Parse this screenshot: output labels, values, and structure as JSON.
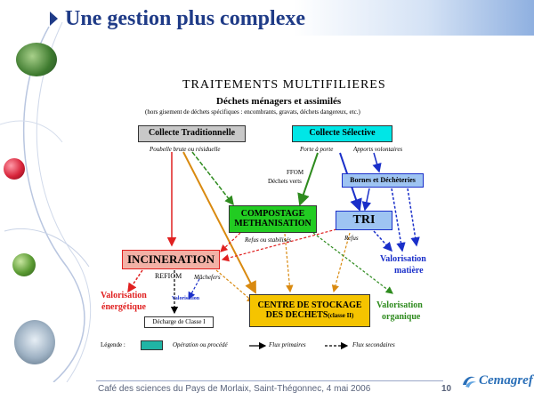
{
  "slide": {
    "title": "Une gestion plus complexe",
    "footer": "Café des sciences du Pays de Morlaix, Saint-Thégonnec, 4 mai 2006",
    "page_number": "10",
    "logo_text": "Cemagref",
    "accent_color": "#1f3b87"
  },
  "diagram": {
    "heading": "TRAITEMENTS MULTIFILIERES",
    "subheading": "Déchets ménagers et assimilés",
    "note": "(hors gisement de déchets spécifiques : encombrants, gravats, déchets dangereux, etc.)",
    "boxes": {
      "collecte_trad": "Collecte Traditionnelle",
      "collecte_sel": "Collecte Sélective",
      "bornes": "Bornes et Déchèteries",
      "compostage_1": "COMPOSTAGE",
      "compostage_2": "METHANISATION",
      "tri": "TRI",
      "incineration": "INCINERATION",
      "stockage_1": "CENTRE DE STOCKAGE",
      "stockage_2": "DES DECHETS",
      "stockage_3": "(classe II)",
      "decharge": "Décharge de Classe I"
    },
    "labels": {
      "poubelle": "Poubelle brute ou résiduelle",
      "porte": "Porte à porte",
      "apports": "Apports volontaires",
      "ffom": "FFOM",
      "dechets_verts": "Déchets verts",
      "refus_stabilises": "Refus ou stabilisés",
      "refus": "Refus",
      "refiom": "REFIOM",
      "machefers": "Mâchefers",
      "valo_energetique_1": "Valorisation",
      "valo_energetique_2": "énergétique",
      "valo_matiere_1": "Valorisation",
      "valo_matiere_2": "matière",
      "valo_organique_1": "Valorisation",
      "valo_organique_2": "organique",
      "valorisation_small": "Valorisation"
    },
    "legend": {
      "title": "Légende :",
      "operation": "Opération ou procédé",
      "primary": "Flux primaires",
      "secondary": "Flux secondaires"
    },
    "colors": {
      "red": "#e02020",
      "green": "#2e8b1e",
      "orange": "#d98a10",
      "blue": "#1a2fc9",
      "box_gray": "#c8c8c8",
      "box_cyan": "#00e6e6",
      "box_green": "#22cc22",
      "box_lightblue": "#9ec4f2",
      "box_salmon": "#f3b1a6",
      "box_yellow": "#f5c400",
      "legend_teal": "#20b5a5"
    }
  }
}
